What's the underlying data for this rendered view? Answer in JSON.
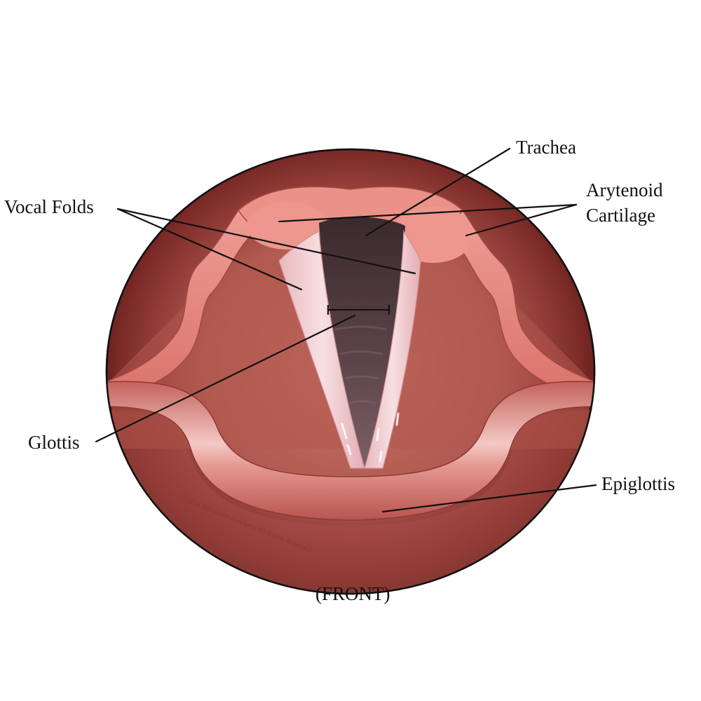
{
  "labels": {
    "trachea": "Trachea",
    "arytenoid_line1": "Arytenoid",
    "arytenoid_line2": "Cartilage",
    "vocal_folds": "Vocal Folds",
    "glottis": "Glottis",
    "epiglottis": "Epiglottis",
    "front": "(FRONT)"
  },
  "watermark": "© 2018 Alexander R Adams All Rights Reserved",
  "colors": {
    "outer_rim": "#5c1a18",
    "tissue": "#c0685e",
    "tissue_dark": "#8a3431",
    "arytenoid": "#e8897f",
    "vocal_fold": "#f0cdd0",
    "trachea": "#4a3336",
    "epiglottis": "#d9746c",
    "epiglottis_highlight": "#f7d3cf",
    "ink": "#111111"
  }
}
